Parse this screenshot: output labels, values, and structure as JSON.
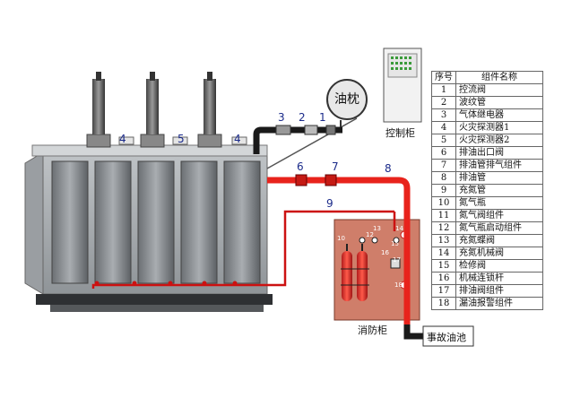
{
  "legend": {
    "header_num": "序号",
    "header_name": "组件名称",
    "rows": [
      {
        "num": "1",
        "name": "控流阀"
      },
      {
        "num": "2",
        "name": "波纹管"
      },
      {
        "num": "3",
        "name": "气体继电器"
      },
      {
        "num": "4",
        "name": "火灾探测器1"
      },
      {
        "num": "5",
        "name": "火灾探测器2"
      },
      {
        "num": "6",
        "name": "排油出口阀"
      },
      {
        "num": "7",
        "name": "排油管排气组件"
      },
      {
        "num": "8",
        "name": "排油管"
      },
      {
        "num": "9",
        "name": "充氮管"
      },
      {
        "num": "10",
        "name": "氮气瓶"
      },
      {
        "num": "11",
        "name": "氮气阀组件"
      },
      {
        "num": "12",
        "name": "氮气瓶启动组件"
      },
      {
        "num": "13",
        "name": "充氮蝶阀"
      },
      {
        "num": "14",
        "name": "充氮机械阀"
      },
      {
        "num": "15",
        "name": "检修阀"
      },
      {
        "num": "16",
        "name": "机械连锁杆"
      },
      {
        "num": "17",
        "name": "排油阀组件"
      },
      {
        "num": "18",
        "name": "漏油报警组件"
      }
    ]
  },
  "labels": {
    "conservator": "油枕",
    "control_cabinet": "控制柜",
    "fire_cabinet": "消防柜",
    "oil_pool": "事故油池",
    "n1": "1",
    "n2": "2",
    "n3": "3",
    "n4a": "4",
    "n5": "5",
    "n4b": "4",
    "n6": "6",
    "n7": "7",
    "n8": "8",
    "n9": "9",
    "c10": "10",
    "c12": "12",
    "c13": "13",
    "c14": "14",
    "c15": "15",
    "c16": "16",
    "c17": "17",
    "c18": "18"
  },
  "colors": {
    "oil_pipe": "#e8231c",
    "cabinet_fill": "#cf7e6a",
    "pipe_dark": "#1a1a1a",
    "label_blue": "#1a2a8a"
  }
}
